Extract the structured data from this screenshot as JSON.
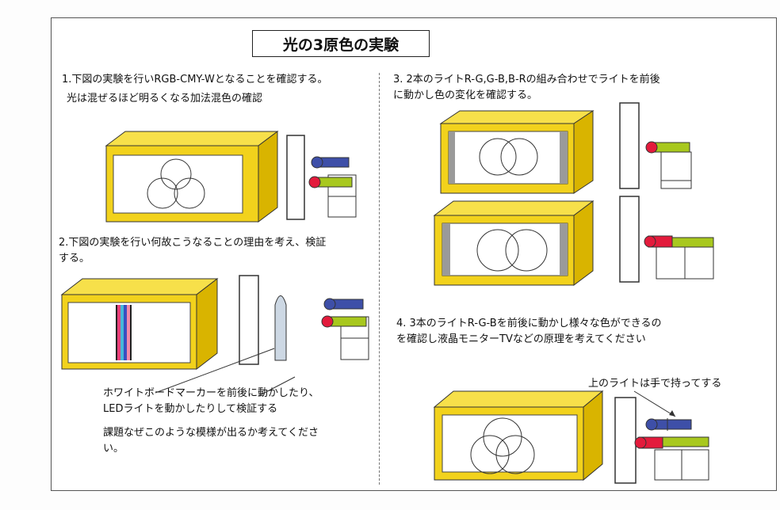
{
  "title": "光の3原色の実験",
  "section1": {
    "line1": "1.下図の実験を行いRGB-CMY-Wとなることを確認する。",
    "line2": "光は混ぜるほど明るくなる加法混色の確認"
  },
  "section2": {
    "line1": "2.下図の実験を行い何故こうなることの理由を考え、検証",
    "line2": "する。",
    "note1": "ホワイトボードマーカーを前後に動かしたり、",
    "note2": "LEDライトを動かしたりして検証する",
    "task1": "課題なぜこのような模様が出るか考えてくださ",
    "task2": "い。"
  },
  "section3": {
    "line1": "3.  2本のライトR-G,G-B,B-Rの組み合わせでライトを前後",
    "line2": "に動かし色の変化を確認する。"
  },
  "section4": {
    "line1": "4.  3本のライトR-G-Bを前後に動かし様々な色ができるの",
    "line2": "を確認し液晶モニターTVなどの原理を考えてください",
    "callout": "上のライトは手で持ってする"
  },
  "colors": {
    "box_front": "#f2d21c",
    "box_top": "#f7e04a",
    "box_side": "#d9b400",
    "light_red": "#e31b3c",
    "light_green": "#a8c81e",
    "light_blue": "#3e4fa8",
    "screen_gray": "#9a9a9a"
  }
}
